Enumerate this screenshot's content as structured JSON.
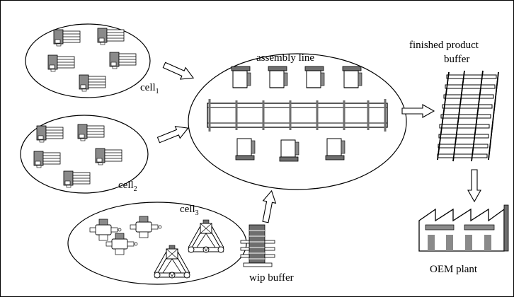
{
  "labels": {
    "cell1": {
      "base": "cell",
      "sub": "1"
    },
    "cell2": {
      "base": "cell",
      "sub": "2"
    },
    "cell3": {
      "base": "cell",
      "sub": "3"
    },
    "assembly_line": "assembly line",
    "finished_product_buffer_line1": "finished product",
    "finished_product_buffer_line2": "buffer",
    "wip_buffer": "wip buffer",
    "oem_plant": "OEM plant"
  },
  "colors": {
    "stroke": "#000000",
    "machine_gray": "#8a8a8a",
    "machine_dark": "#6e6e6e",
    "background": "#ffffff"
  },
  "icons": {
    "cell_machine": "cnc-machine-icon",
    "line_station": "assembly-station-icon",
    "robot": "robot-arm-icon",
    "gantry": "gantry-robot-icon",
    "rack": "storage-rack-icon",
    "pallets": "pallet-stack-icon",
    "factory": "factory-icon",
    "arrow": "block-arrow-icon"
  }
}
